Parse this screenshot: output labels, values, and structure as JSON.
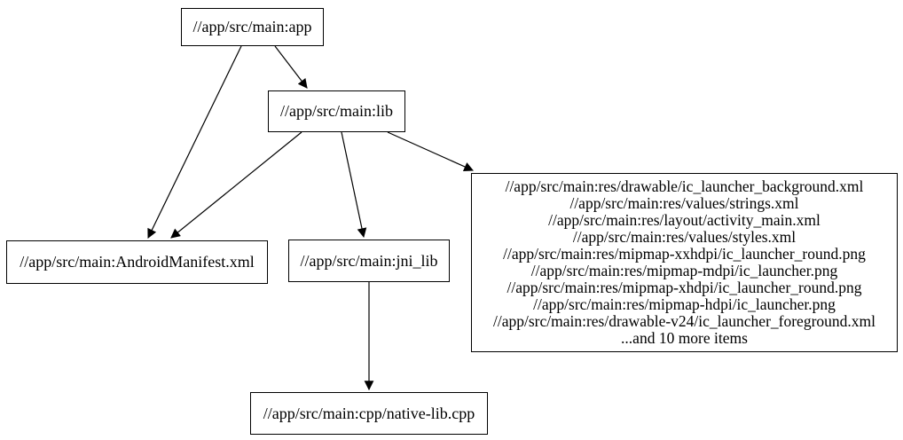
{
  "diagram": {
    "type": "dependency-graph",
    "background_color": "#ffffff",
    "node_border_color": "#000000",
    "node_fill_color": "#ffffff",
    "edge_color": "#000000",
    "nodes": {
      "app": {
        "label": "//app/src/main:app"
      },
      "lib": {
        "label": "//app/src/main:lib"
      },
      "manifest": {
        "label": "//app/src/main:AndroidManifest.xml"
      },
      "jni_lib": {
        "label": "//app/src/main:jni_lib"
      },
      "res_group": {
        "lines": [
          "//app/src/main:res/drawable/ic_launcher_background.xml",
          "//app/src/main:res/values/strings.xml",
          "//app/src/main:res/layout/activity_main.xml",
          "//app/src/main:res/values/styles.xml",
          "//app/src/main:res/mipmap-xxhdpi/ic_launcher_round.png",
          "//app/src/main:res/mipmap-mdpi/ic_launcher.png",
          "//app/src/main:res/mipmap-xhdpi/ic_launcher_round.png",
          "//app/src/main:res/mipmap-hdpi/ic_launcher.png",
          "//app/src/main:res/drawable-v24/ic_launcher_foreground.xml",
          "...and 10 more items"
        ]
      },
      "native_lib_cpp": {
        "label": "//app/src/main:cpp/native-lib.cpp"
      }
    },
    "edges": [
      {
        "from": "app",
        "to": "lib"
      },
      {
        "from": "app",
        "to": "manifest"
      },
      {
        "from": "lib",
        "to": "manifest"
      },
      {
        "from": "lib",
        "to": "jni_lib"
      },
      {
        "from": "lib",
        "to": "res_group"
      },
      {
        "from": "jni_lib",
        "to": "native_lib_cpp"
      }
    ]
  }
}
